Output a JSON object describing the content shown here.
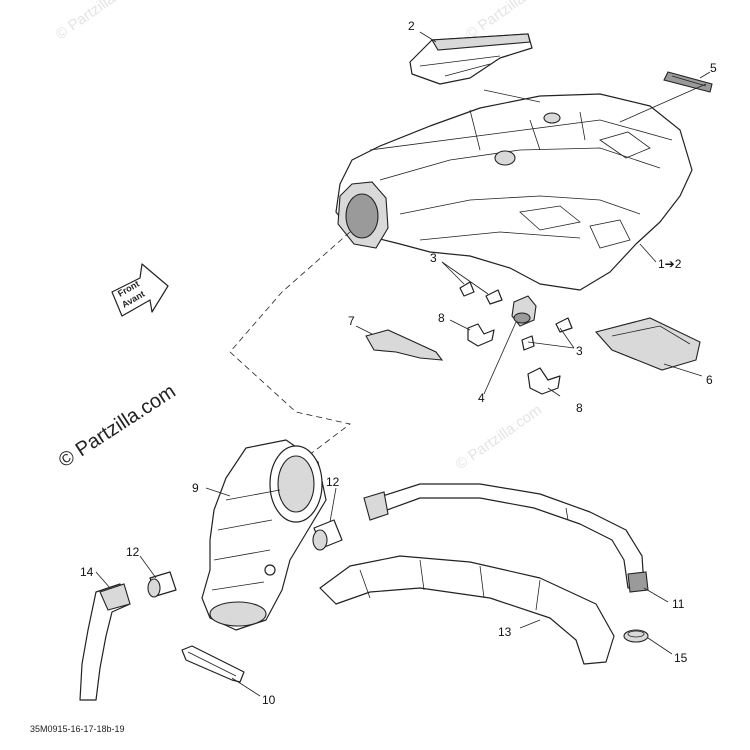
{
  "watermarks": {
    "top_left": "© Partzilla",
    "top_right": "© Partzilla.com",
    "mid_right": "© Partzilla.com"
  },
  "brand_text": "© Partzilla.com",
  "front_arrow": {
    "line1": "Front",
    "line2": "Avant"
  },
  "callouts": {
    "c1": "2",
    "c2": "5",
    "c3": "1➔2",
    "c4": "3",
    "c5": "3",
    "c6": "7",
    "c7": "8",
    "c8": "8",
    "c9": "4",
    "c10": "6",
    "c11": "9",
    "c12": "12",
    "c13": "12",
    "c14": "14",
    "c15": "11",
    "c16": "13",
    "c17": "15",
    "c18": "10"
  },
  "footer_code": "35M0915-16-17-18b-19"
}
